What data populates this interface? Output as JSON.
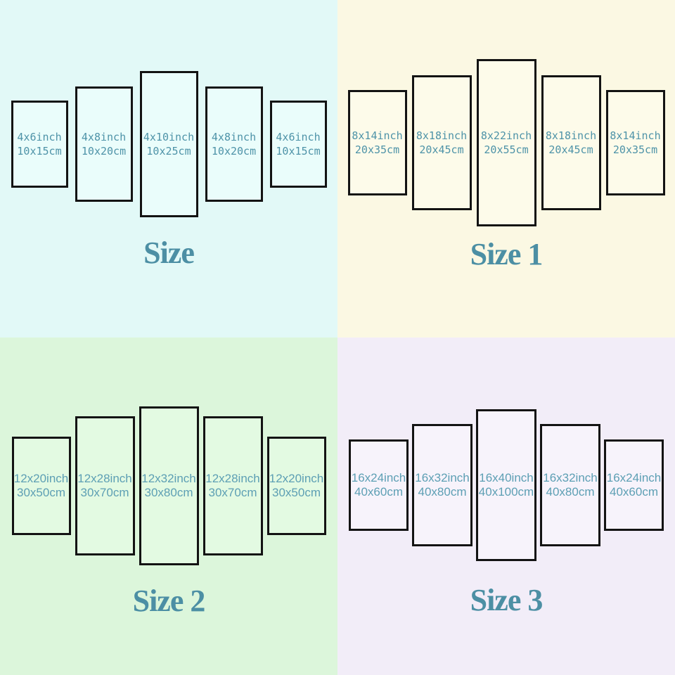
{
  "colors": {
    "panel_border": "#131313",
    "panel_text": "#4e93a8",
    "panel_text_alt": "#5d9fb4",
    "title": "#4c8fa4"
  },
  "quadrants": [
    {
      "id": "size",
      "title": "Size",
      "background": "#e2f9f7",
      "panel_fill": "#eafdfb",
      "panels": [
        {
          "inch": "4x6inch",
          "cm": "10x15cm"
        },
        {
          "inch": "4x8inch",
          "cm": "10x20cm"
        },
        {
          "inch": "4x10inch",
          "cm": "10x25cm"
        },
        {
          "inch": "4x8inch",
          "cm": "10x20cm"
        },
        {
          "inch": "4x6inch",
          "cm": "10x15cm"
        }
      ]
    },
    {
      "id": "size-1",
      "title": "Size 1",
      "background": "#fbf8e3",
      "panel_fill": "#fdfbea",
      "panels": [
        {
          "inch": "8x14inch",
          "cm": "20x35cm"
        },
        {
          "inch": "8x18inch",
          "cm": "20x45cm"
        },
        {
          "inch": "8x22inch",
          "cm": "20x55cm"
        },
        {
          "inch": "8x18inch",
          "cm": "20x45cm"
        },
        {
          "inch": "8x14inch",
          "cm": "20x35cm"
        }
      ]
    },
    {
      "id": "size-2",
      "title": "Size 2",
      "background": "#dcf6db",
      "panel_fill": "#e3fae2",
      "panels": [
        {
          "inch": "12x20inch",
          "cm": "30x50cm"
        },
        {
          "inch": "12x28inch",
          "cm": "30x70cm"
        },
        {
          "inch": "12x32inch",
          "cm": "30x80cm"
        },
        {
          "inch": "12x28inch",
          "cm": "30x70cm"
        },
        {
          "inch": "12x20inch",
          "cm": "30x50cm"
        }
      ]
    },
    {
      "id": "size-3",
      "title": "Size 3",
      "background": "#f2edf8",
      "panel_fill": "#f7f3fb",
      "panels": [
        {
          "inch": "16x24inch",
          "cm": "40x60cm"
        },
        {
          "inch": "16x32inch",
          "cm": "40x80cm"
        },
        {
          "inch": "16x40inch",
          "cm": "40x100cm"
        },
        {
          "inch": "16x32inch",
          "cm": "40x80cm"
        },
        {
          "inch": "16x24inch",
          "cm": "40x60cm"
        }
      ]
    }
  ]
}
